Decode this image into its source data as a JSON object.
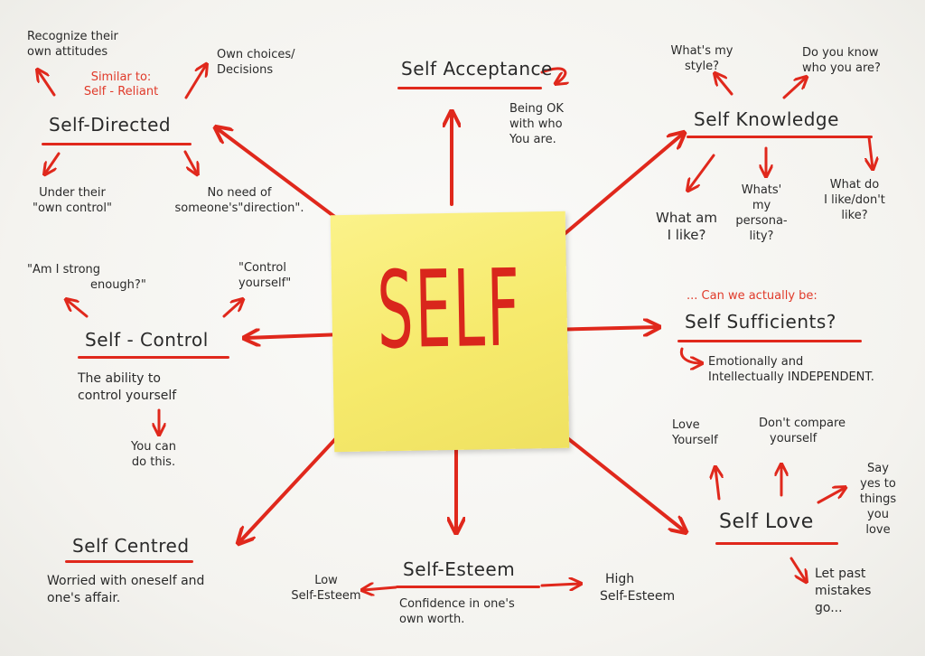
{
  "center": "SELF",
  "nodes": {
    "self_directed": {
      "title": "Self-Directed",
      "recognize": [
        "Recognize their",
        "own attitudes"
      ],
      "similar": [
        "Similar to:",
        "Self - Reliant"
      ],
      "choices": [
        "Own choices/",
        "Decisions"
      ],
      "control": [
        "Under their",
        "\"own control\""
      ],
      "no_need": [
        "No need of",
        "someone's\"direction\"."
      ]
    },
    "self_acceptance": {
      "title": "Self Acceptance",
      "note": [
        "Being OK",
        "with who",
        "You are."
      ]
    },
    "self_knowledge": {
      "title": "Self Knowledge",
      "style": [
        "What's my",
        "style?"
      ],
      "know": [
        "Do you know",
        "who you are?"
      ],
      "like_me": [
        "What am",
        "I like?"
      ],
      "personality": [
        "Whats'",
        "my",
        "persona-",
        "lity?"
      ],
      "likes": [
        "What do",
        "I like/don't",
        "like?"
      ]
    },
    "self_control": {
      "title": "Self - Control",
      "strong": [
        "\"Am I strong",
        "enough?\""
      ],
      "control_q": [
        "\"Control",
        "yourself\""
      ],
      "ability": [
        "The ability to",
        "control yourself"
      ],
      "can": [
        "You can",
        "do this."
      ]
    },
    "self_sufficient": {
      "question": "... Can we actually be:",
      "title": "Self Sufficients?",
      "note": [
        "Emotionally and",
        "Intellectually INDEPENDENT."
      ]
    },
    "self_love": {
      "title": "Self Love",
      "love": [
        "Love",
        "Yourself"
      ],
      "compare": [
        "Don't compare",
        "yourself"
      ],
      "yes": [
        "Say",
        "yes to",
        "things",
        "you",
        "love"
      ],
      "past": [
        "Let past",
        "mistakes",
        "go..."
      ]
    },
    "self_centred": {
      "title": "Self Centred",
      "note": [
        "Worried with oneself and",
        "one's affair."
      ]
    },
    "self_esteem": {
      "title": "Self-Esteem",
      "low": [
        "Low",
        "Self-Esteem"
      ],
      "note": [
        "Confidence in one's",
        "own worth."
      ],
      "high": [
        "High",
        "Self-Esteem"
      ]
    }
  },
  "colors": {
    "ink": "#2a2a2a",
    "accent": "#e0281c",
    "note": "#f6ea6c"
  }
}
